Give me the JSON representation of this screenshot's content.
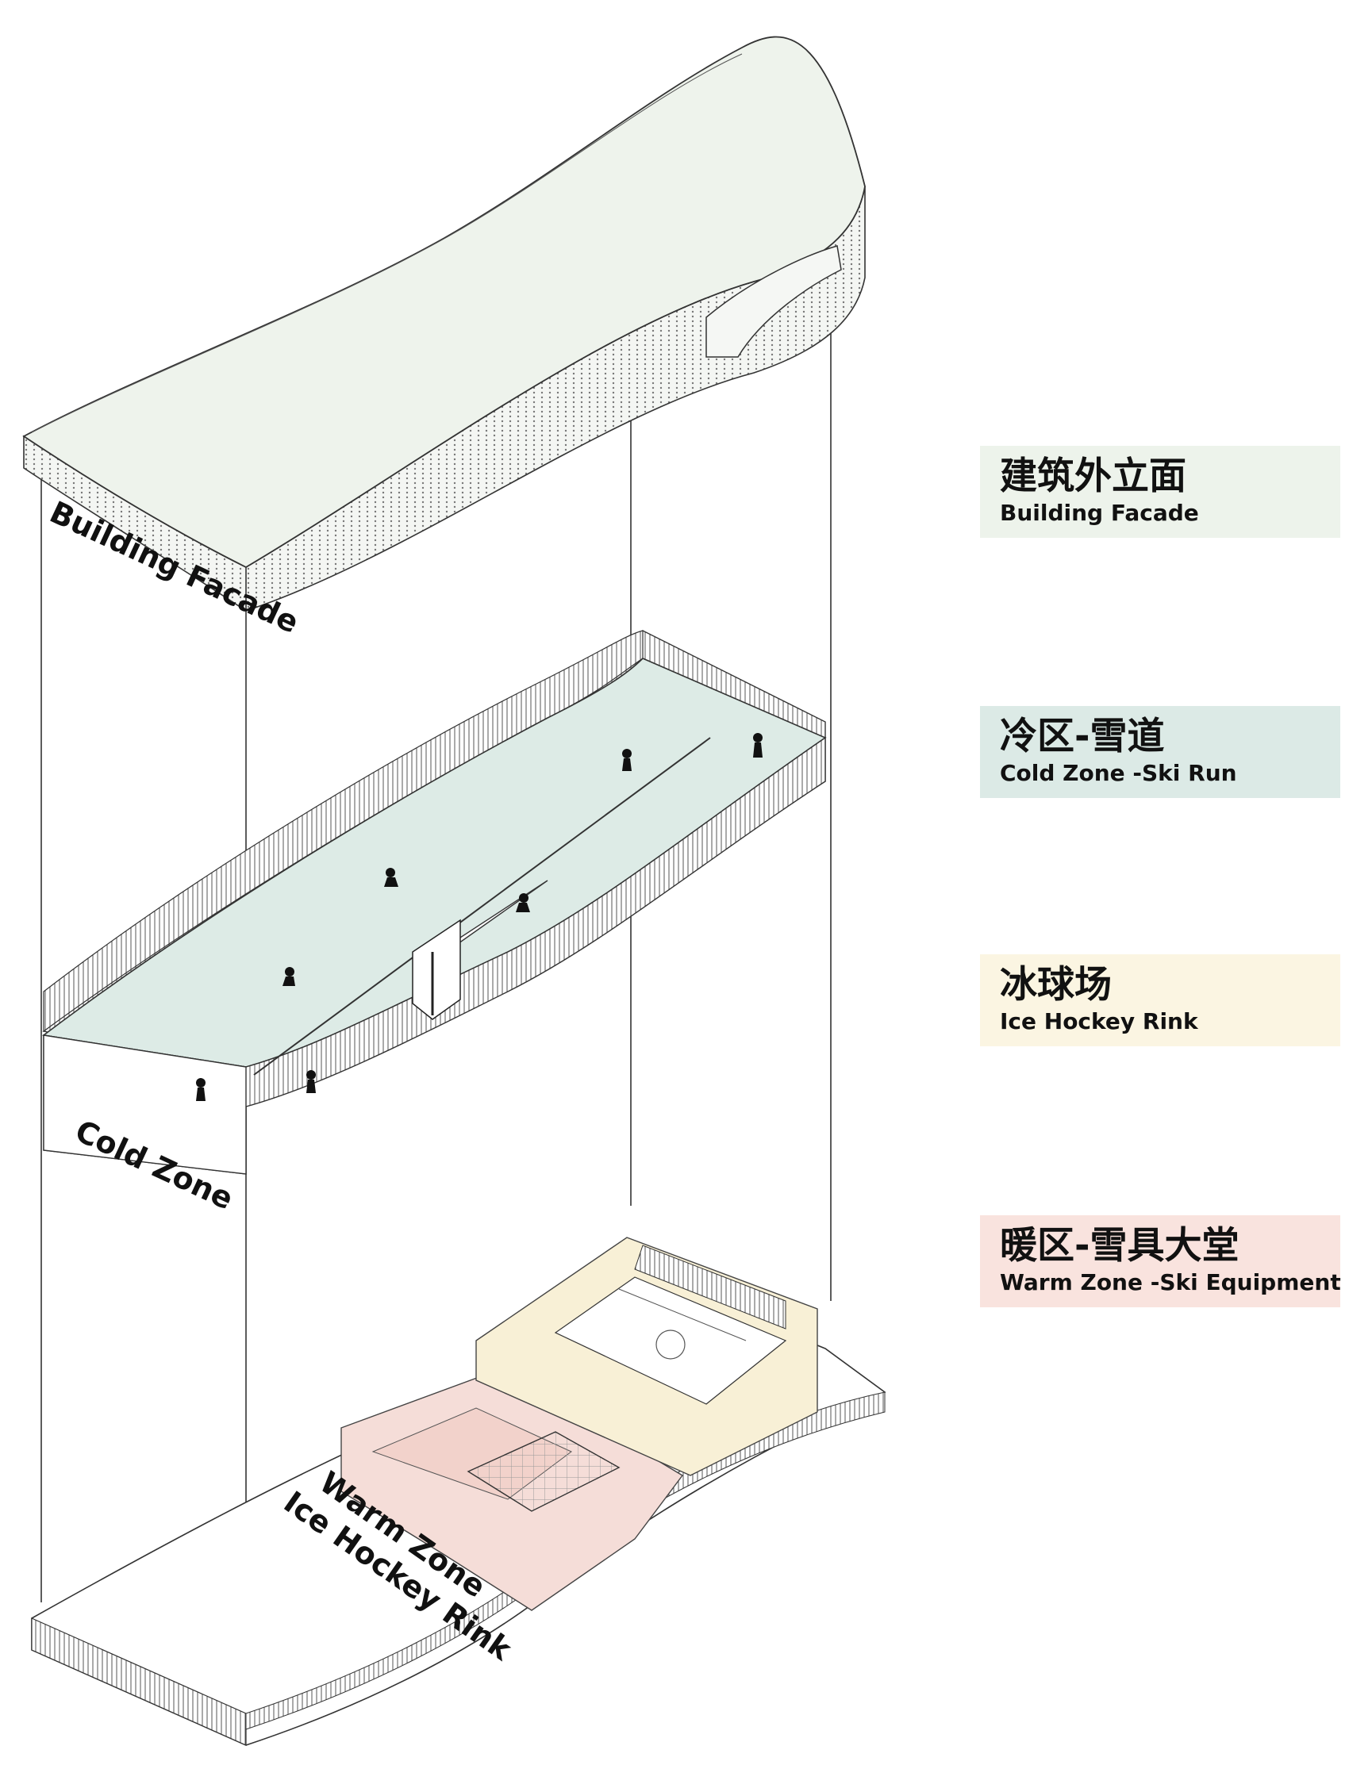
{
  "diagram_labels": {
    "facade": "Building Facade",
    "cold": "Cold Zone",
    "warm": "Warm Zone",
    "rink": "Ice Hockey Rink"
  },
  "legend": [
    {
      "zh": "建筑外立面",
      "en": "Building Facade",
      "color": "#EDF3EB"
    },
    {
      "zh": "冷区-雪道",
      "en": "Cold Zone -Ski Run",
      "color": "#DCEAE6"
    },
    {
      "zh": "冰球场",
      "en": "Ice Hockey Rink",
      "color": "#FBF5E2"
    },
    {
      "zh": "暖区-雪具大堂",
      "en": "Warm Zone -Ski Equipment Hall",
      "color": "#F9E3DE"
    }
  ],
  "colors": {
    "facade_fill": "#EEF3EC",
    "ski_fill": "#DDEBE6",
    "rink_fill": "#F8F0D6",
    "warm_fill": "#F5DDD8",
    "line": "#333333"
  }
}
